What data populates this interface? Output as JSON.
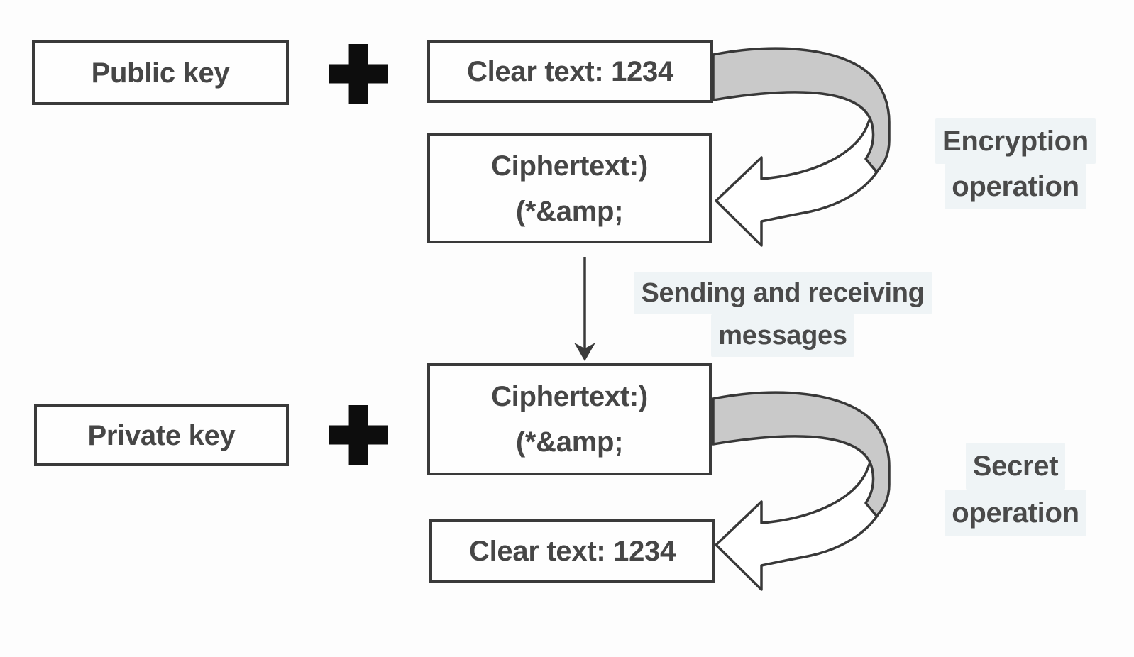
{
  "diagram": {
    "title_hint": "asymmetric encryption flow",
    "top": {
      "key": "Public key",
      "clear": "Clear text: 1234",
      "cipher1": "Ciphertext:)",
      "cipher2": "(*&amp;",
      "op1": "Encryption",
      "op2": "operation"
    },
    "transfer": {
      "line1": "Sending and receiving",
      "line2": "messages"
    },
    "bottom": {
      "key": "Private key",
      "cipher1": "Ciphertext:)",
      "cipher2": "(*&amp;",
      "clear": "Clear text: 1234",
      "op1": "Secret",
      "op2": "operation"
    },
    "icons": {
      "plus_top": "plus-icon",
      "plus_bottom": "plus-icon",
      "encryption_loop": "loop-arrow-icon",
      "secret_loop": "loop-arrow-icon",
      "transfer_arrow": "down-arrow-icon"
    },
    "colors": {
      "box_border": "#3a3a3a",
      "box_fill": "#fefefe",
      "text": "#464646",
      "plus": "#0d0d0d",
      "ribbon_fill": "#c9c9c9",
      "ribbon_stroke": "#383838",
      "background": "#fdfdfd"
    }
  }
}
